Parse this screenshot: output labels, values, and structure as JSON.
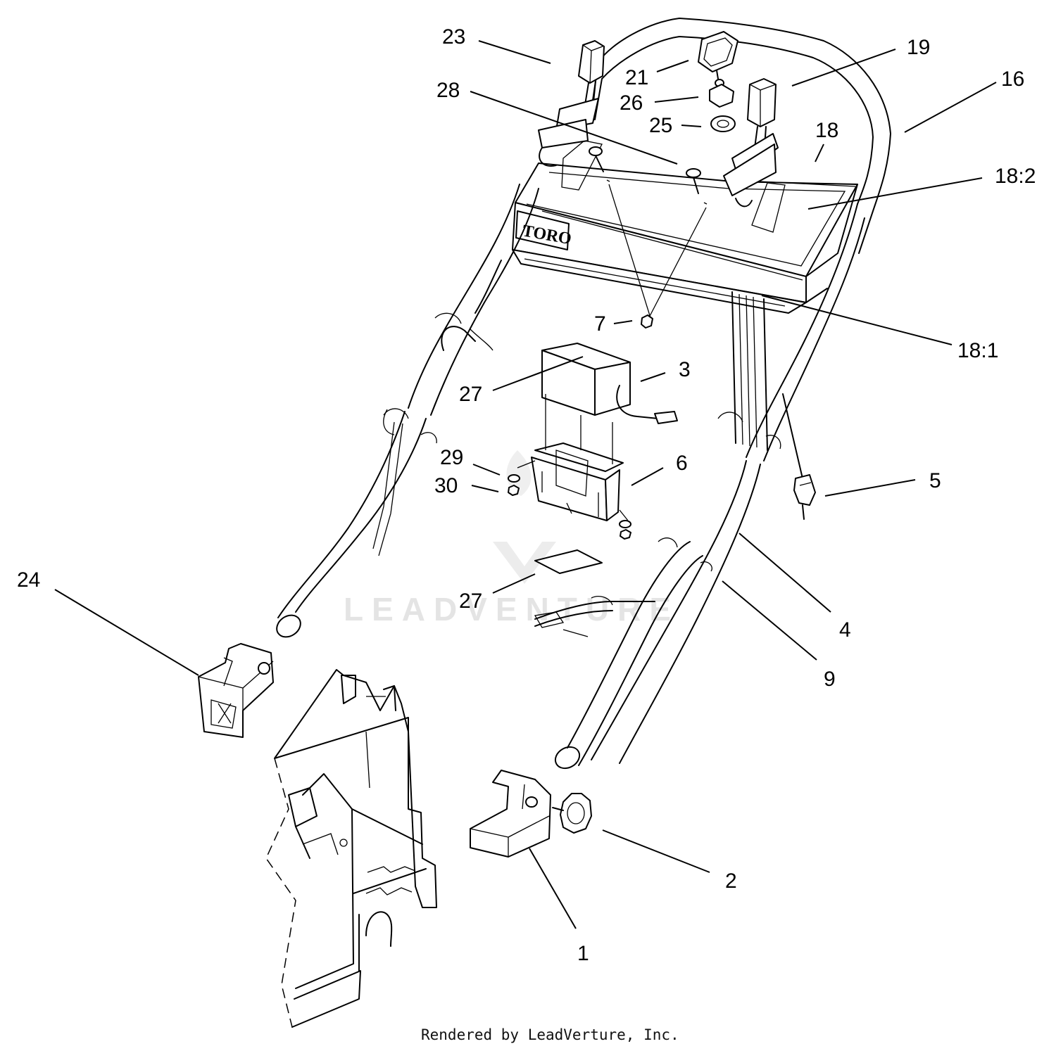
{
  "watermark": {
    "text": "LEADVENTURE"
  },
  "footer": {
    "text": "Rendered by LeadVerture, Inc."
  },
  "logo": {
    "text": "TORO"
  },
  "callouts": [
    {
      "id": "c23",
      "label": "23"
    },
    {
      "id": "c21",
      "label": "21"
    },
    {
      "id": "c19",
      "label": "19"
    },
    {
      "id": "c28",
      "label": "28"
    },
    {
      "id": "c26",
      "label": "26"
    },
    {
      "id": "c16",
      "label": "16"
    },
    {
      "id": "c25",
      "label": "25"
    },
    {
      "id": "c18",
      "label": "18"
    },
    {
      "id": "c18_2",
      "label": "18:2"
    },
    {
      "id": "c7",
      "label": "7"
    },
    {
      "id": "c18_1",
      "label": "18:1"
    },
    {
      "id": "c3",
      "label": "3"
    },
    {
      "id": "c27a",
      "label": "27"
    },
    {
      "id": "c29",
      "label": "29"
    },
    {
      "id": "c6",
      "label": "6"
    },
    {
      "id": "c30",
      "label": "30"
    },
    {
      "id": "c5",
      "label": "5"
    },
    {
      "id": "c24",
      "label": "24"
    },
    {
      "id": "c4",
      "label": "4"
    },
    {
      "id": "c27b",
      "label": "27"
    },
    {
      "id": "c9",
      "label": "9"
    },
    {
      "id": "c2",
      "label": "2"
    },
    {
      "id": "c1",
      "label": "1"
    }
  ]
}
